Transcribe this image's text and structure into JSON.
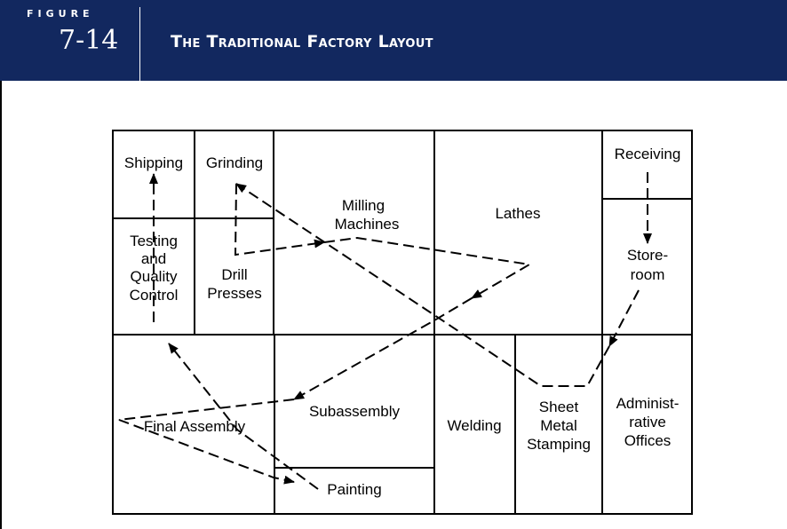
{
  "figure": {
    "label": "FIGURE",
    "number": "7-14",
    "title": "The Traditional Factory Layout"
  },
  "departments": {
    "shipping": [
      "Shipping"
    ],
    "grinding": [
      "Grinding"
    ],
    "milling": [
      "Milling",
      "Machines"
    ],
    "lathes": [
      "Lathes"
    ],
    "receiving": [
      "Receiving"
    ],
    "storeroom": [
      "Store-",
      "room"
    ],
    "testing": [
      "Testing",
      "and",
      "Quality",
      "Control"
    ],
    "drill": [
      "Drill",
      "Presses"
    ],
    "final_assembly": [
      "Final Assembly"
    ],
    "subassembly": [
      "Subassembly"
    ],
    "painting": [
      "Painting"
    ],
    "welding": [
      "Welding"
    ],
    "sheet_metal": [
      "Sheet",
      "Metal",
      "Stamping"
    ],
    "admin": [
      "Administ-",
      "rative",
      "Offices"
    ]
  },
  "colors": {
    "header_bg": "#12285f",
    "header_text": "#ffffff",
    "lines": "#000000"
  }
}
